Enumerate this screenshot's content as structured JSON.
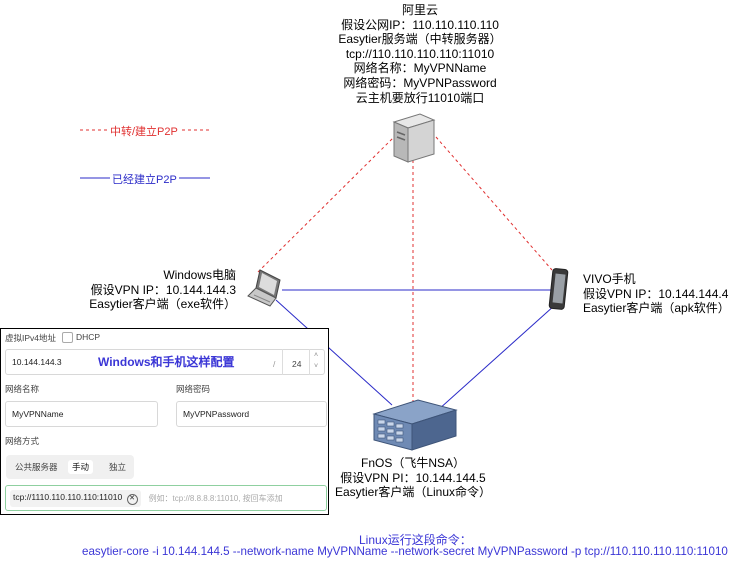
{
  "cloud": {
    "title": "阿里云",
    "lines": [
      "假设公网IP：110.110.110.110",
      "Easytier服务端（中转服务器）",
      "tcp://110.110.110.110:11010",
      "网络名称：MyVPNName",
      "网络密码：MyVPNPassword",
      "云主机要放行11010端口"
    ]
  },
  "legend": {
    "relay_label": "中转/建立P2P",
    "relay_color": "#e03030",
    "p2p_label": "已经建立P2P",
    "p2p_color": "#2b2bc8"
  },
  "windows": {
    "lines": [
      "Windows电脑",
      "假设VPN IP：10.144.144.3",
      "Easytier客户端（exe软件）"
    ]
  },
  "vivo": {
    "lines": [
      "VIVO手机",
      "假设VPN IP：10.144.144.4",
      "Easytier客户端（apk软件）"
    ]
  },
  "fnos": {
    "lines": [
      "FnOS（飞牛NSA）",
      "假设VPN PI：10.144.144.5",
      "Easytier客户端（Linux命令）"
    ]
  },
  "config": {
    "ipv4_label": "虚拟IPv4地址",
    "dhcp_label": "DHCP",
    "ip_value": "10.144.144.3",
    "headline": "Windows和手机这样配置",
    "slash": "/",
    "prefix": "24",
    "netname_label": "网络名称",
    "netname_value": "MyVPNName",
    "netpass_label": "网络密码",
    "netpass_value": "MyVPNPassword",
    "netmode_label": "网络方式",
    "modes": [
      "公共服务器",
      "手动",
      "独立"
    ],
    "server_value": "tcp://1110.110.110.110:11010",
    "server_placeholder": "例如：tcp://8.8.8.8:11010, 按回车添加"
  },
  "bottom": {
    "title": "Linux运行这段命令：",
    "command": "easytier-core -i 10.144.144.5 --network-name MyVPNName --network-secret MyVPNPassword -p tcp://110.110.110.110:11010"
  }
}
